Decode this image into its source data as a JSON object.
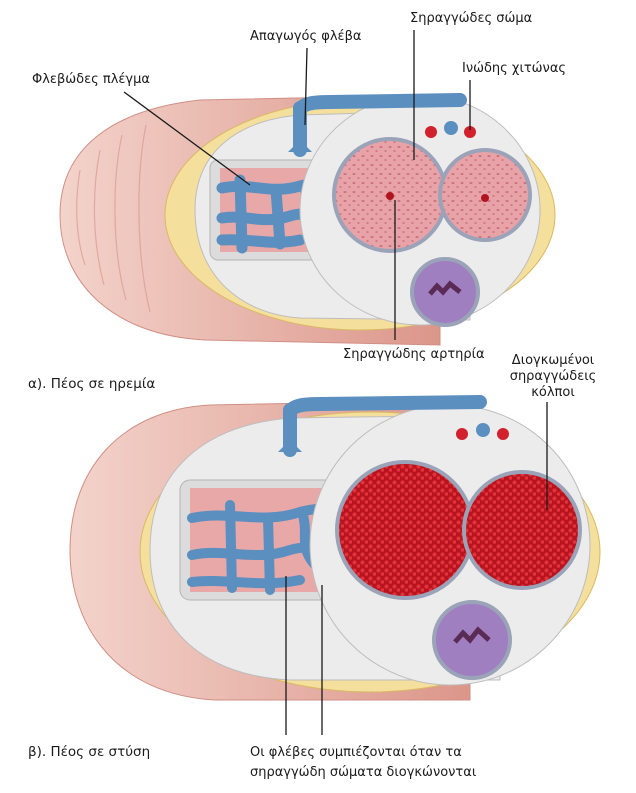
{
  "labels": {
    "deep_dorsal_vein": "Απαγωγός φλέβα",
    "corpus_cavernosum": "Σηραγγώδες σώμα",
    "venous_plexus": "Φλεβώδες πλέγμα",
    "tunica_albuginea": "Ινώδης χιτώνας",
    "cavernous_artery": "Σηραγγώδης αρτηρία",
    "dilated_sinuses_line1": "Διογκωμένοι",
    "dilated_sinuses_line2": "σηραγγώδεις",
    "dilated_sinuses_line3": "κόλποι",
    "veins_compressed_line1": "Οι φλέβες συμπιέζονται όταν τα",
    "veins_compressed_line2": "σηραγγώδη σώματα διογκώνονται"
  },
  "captions": {
    "flaccid": "α). Πέος σε ηρεμία",
    "erect": "β). Πέος σε στύση"
  },
  "colors": {
    "skin": "#e9b2a6",
    "fat": "#f4df9c",
    "tissue_white": "#eeeeee",
    "vein": "#5b8fc0",
    "cavernous_pink": "#e6a0a6",
    "cavernous_red": "#d2202c",
    "spongiosum": "#a07fc0",
    "leader": "#1a1a1a"
  }
}
